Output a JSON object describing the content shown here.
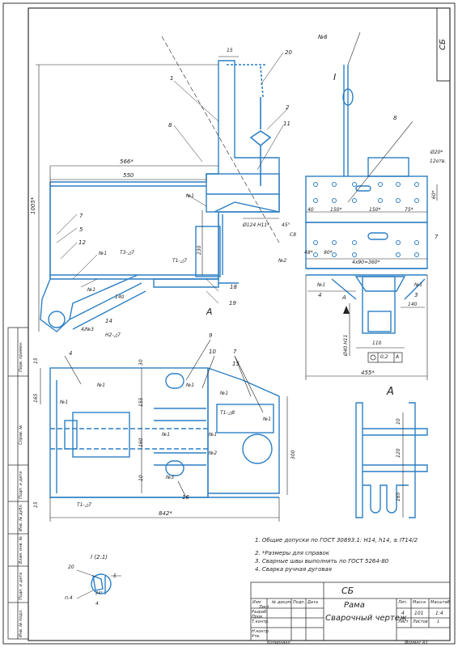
{
  "sheet_code_topright": "СБ",
  "title_block": {
    "code": "СБ",
    "name_line1": "Рама",
    "name_line2": "Сварочный чертеж",
    "col_lit": "Лит.",
    "col_mass": "Масса",
    "col_scale": "Масштаб",
    "lit_value": "4",
    "mass_value": "101",
    "scale_value": "1:4",
    "sheet_label": "Лист",
    "sheets_label": "Листов",
    "sheets_value": "1",
    "rows": [
      "Разраб.",
      "Пров.",
      "Т.контр.",
      "Н.контр.",
      "Утв."
    ],
    "cols": [
      "Изм",
      "Лист",
      "№ докум.",
      "Подп.",
      "Дата"
    ],
    "copied": "Копировал",
    "format": "Формат A3"
  },
  "side_stamp": [
    "Перв. примен.",
    "Справ. №",
    "Подп. и дата",
    "Инв. № дубл.",
    "Взам. инв. №",
    "Подп. и дата",
    "Инв. № подл."
  ],
  "notes": [
    "1. Общие допуски по ГОСТ 30893.1: H14, h14, ± IT14/2",
    "2. *Размеры для справок",
    "3. Сварные швы выполнить по ГОСТ 5264-80",
    "4. Сварка ручная дуговая"
  ],
  "callouts": {
    "front": [
      "1",
      "2",
      "7",
      "8",
      "5",
      "12",
      "11",
      "14",
      "18",
      "19",
      "20"
    ],
    "side": [
      "№6",
      "8",
      "7",
      "3",
      "4",
      "№1",
      "№2"
    ],
    "plan": [
      "4",
      "9",
      "10",
      "7",
      "15",
      "16",
      "№1",
      "№2",
      "№3"
    ]
  },
  "dims": {
    "d1005": "1005*",
    "d566": "566*",
    "d550": "550",
    "d15": "15",
    "d230": "230",
    "d140a": "140",
    "phi124": "Ø124 H11*",
    "c8": "C8",
    "d45": "45°",
    "t3": "Т3-◿7",
    "t1a": "Т1-◿7",
    "t1b": "Т1-◿8",
    "h2": "Н2-◿7",
    "d4n3": "4/№3",
    "phi20": "Ø20*",
    "holes": "12отв.",
    "d60": "60*",
    "d40": "40",
    "d150a": "150*",
    "d150b": "150*",
    "d75": "75*",
    "d48": "48*",
    "d90": "90*",
    "d4x90": "4x90=360*",
    "d140b": "140",
    "phi40": "Ø40 H11",
    "d110": "110",
    "d455": "455*",
    "tol02": "0,2",
    "tolA": "A",
    "d842": "842*",
    "d300": "300",
    "d165": "165",
    "d155": "155",
    "d160": "160",
    "d30": "30",
    "d15b": "15",
    "d120": "120",
    "d10": "10",
    "d165b": "165",
    "d10b": "10",
    "d5": "5",
    "d4": "4",
    "n4": "п.4",
    "d24": "24°",
    "detail": "I (2:1)",
    "view_A1": "А",
    "view_A2": "А",
    "view_I": "I"
  }
}
